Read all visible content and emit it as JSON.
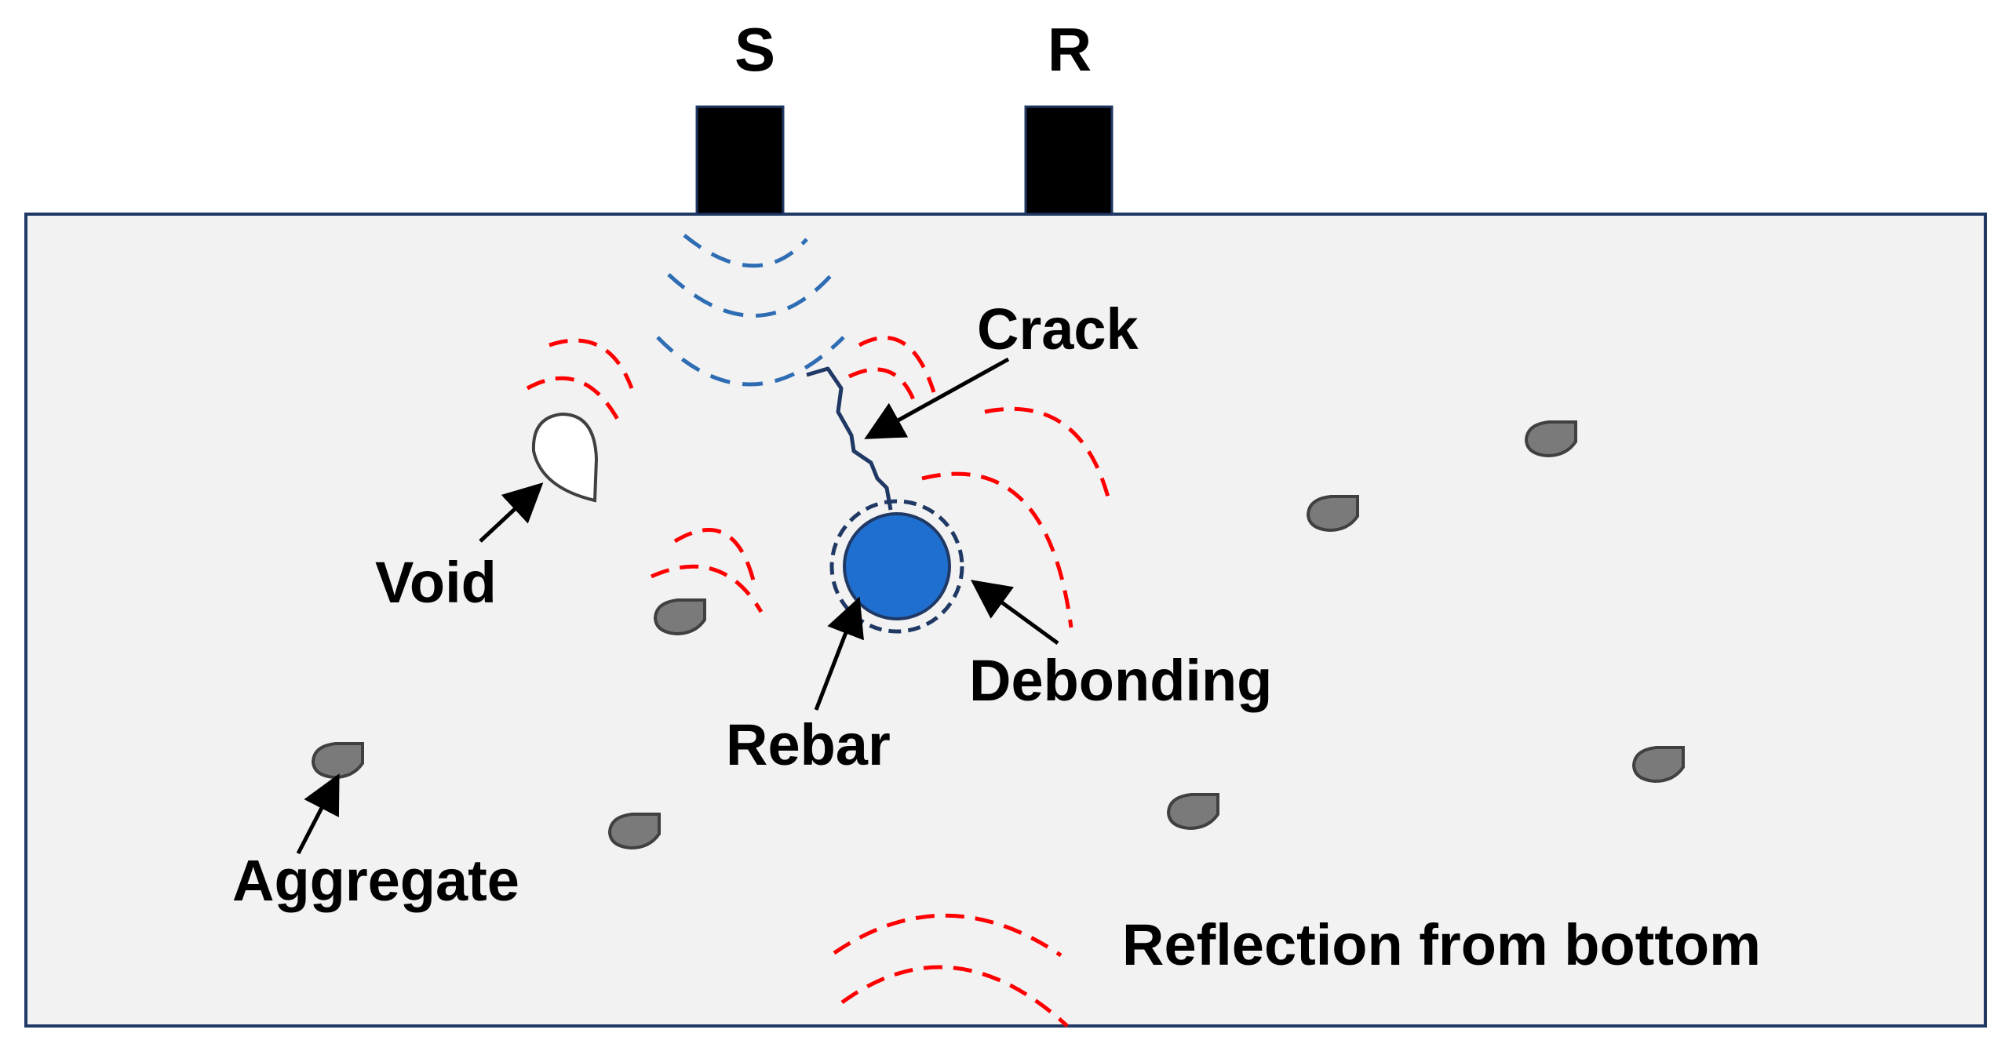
{
  "labels": {
    "sender": "S",
    "receiver": "R",
    "crack": "Crack",
    "void": "Void",
    "debonding": "Debonding",
    "rebar": "Rebar",
    "aggregate": "Aggregate",
    "bottom_reflection": "Reflection from bottom"
  },
  "colors": {
    "specimen_fill": "#f2f2f2",
    "specimen_border": "#1f3864",
    "transducer": "#000000",
    "incident_wave": "#2e6db4",
    "reflected_wave": "#ff0000",
    "rebar": "#1f6fd0",
    "aggregate": "#7a7a7a",
    "crack": "#1f3864"
  },
  "icons": {
    "void": "teardrop-outline",
    "aggregate": "teardrop-filled",
    "rebar": "circle-filled"
  }
}
